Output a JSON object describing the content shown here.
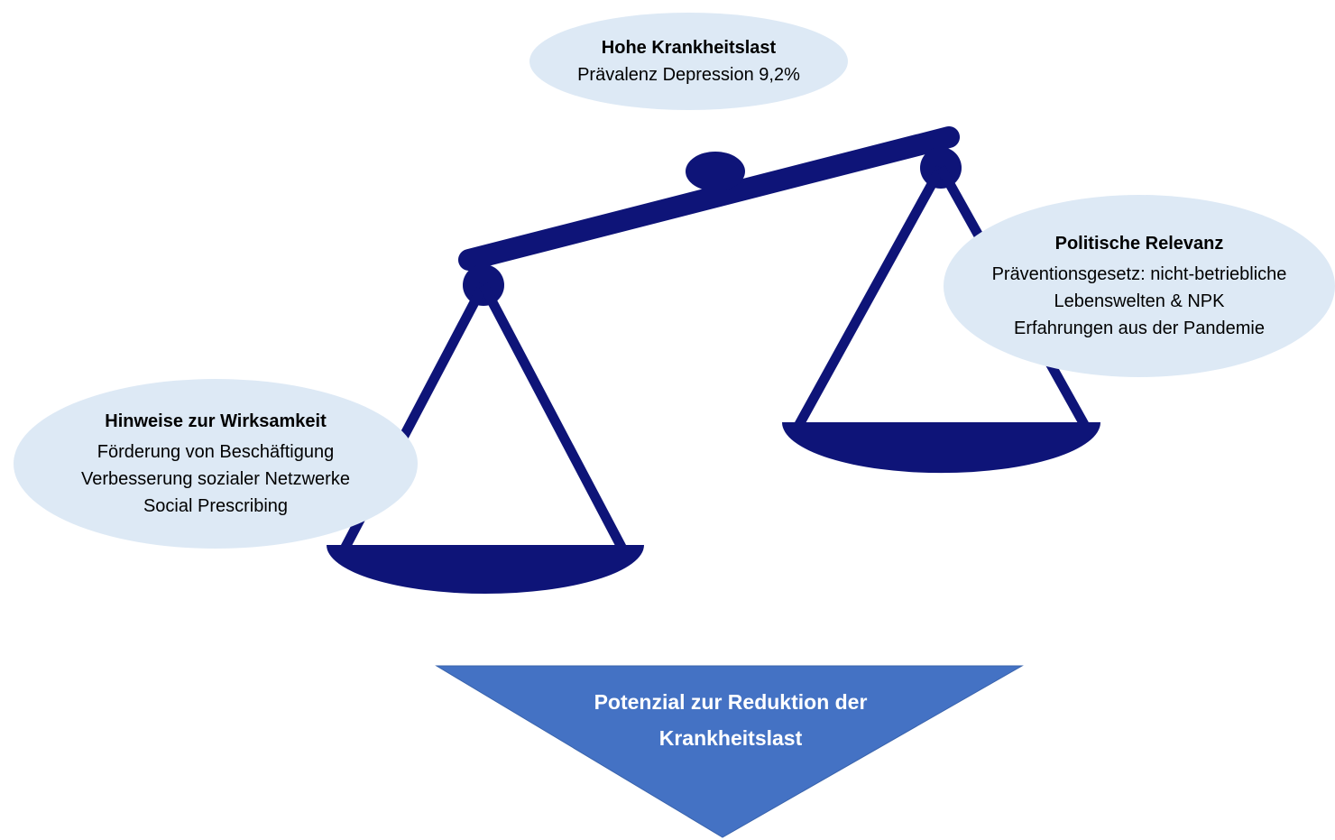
{
  "top_bubble": {
    "title": "Hohe Krankheitslast",
    "lines": [
      "Prävalenz Depression 9,2%"
    ]
  },
  "right_bubble": {
    "title": "Politische Relevanz",
    "lines": [
      "Präventionsgesetz: nicht-betriebliche",
      "Lebenswelten & NPK",
      "Erfahrungen aus der Pandemie"
    ]
  },
  "left_bubble": {
    "title": "Hinweise zur Wirksamkeit",
    "lines": [
      "Förderung von Beschäftigung",
      "Verbesserung sozialer Netzwerke",
      "Social Prescribing"
    ]
  },
  "outcome": {
    "lines": [
      "Potenzial zur Reduktion der",
      "Krankheitslast"
    ]
  },
  "colors": {
    "scale": "#0e1478",
    "bubble_fill": "#dde9f5",
    "triangle_fill": "#4472c4"
  }
}
